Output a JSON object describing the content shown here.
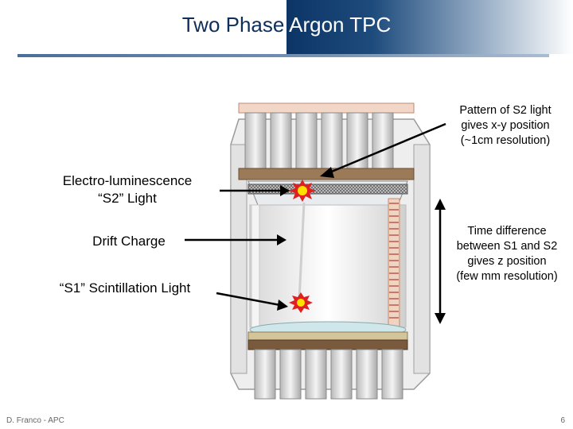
{
  "title": {
    "part1": "Two Phase ",
    "part2": "Argon TPC"
  },
  "labels": {
    "s2": [
      "Electro-luminescence",
      "“S2” Light"
    ],
    "drift": "Drift Charge",
    "s1": "“S1” Scintillation Light"
  },
  "notes": {
    "xy": [
      "Pattern of S2 light",
      "gives x-y position",
      "(~1cm resolution)"
    ],
    "z": [
      "Time difference",
      "between S1 and S2",
      "gives z position",
      "(few mm resolution)"
    ]
  },
  "footer": {
    "author": "D. Franco - APC",
    "page": "6"
  },
  "colors": {
    "title_band": "#0c3566",
    "title_text": "#0d2f5c",
    "flash": "#e02020",
    "flash_core": "#ffe000"
  }
}
